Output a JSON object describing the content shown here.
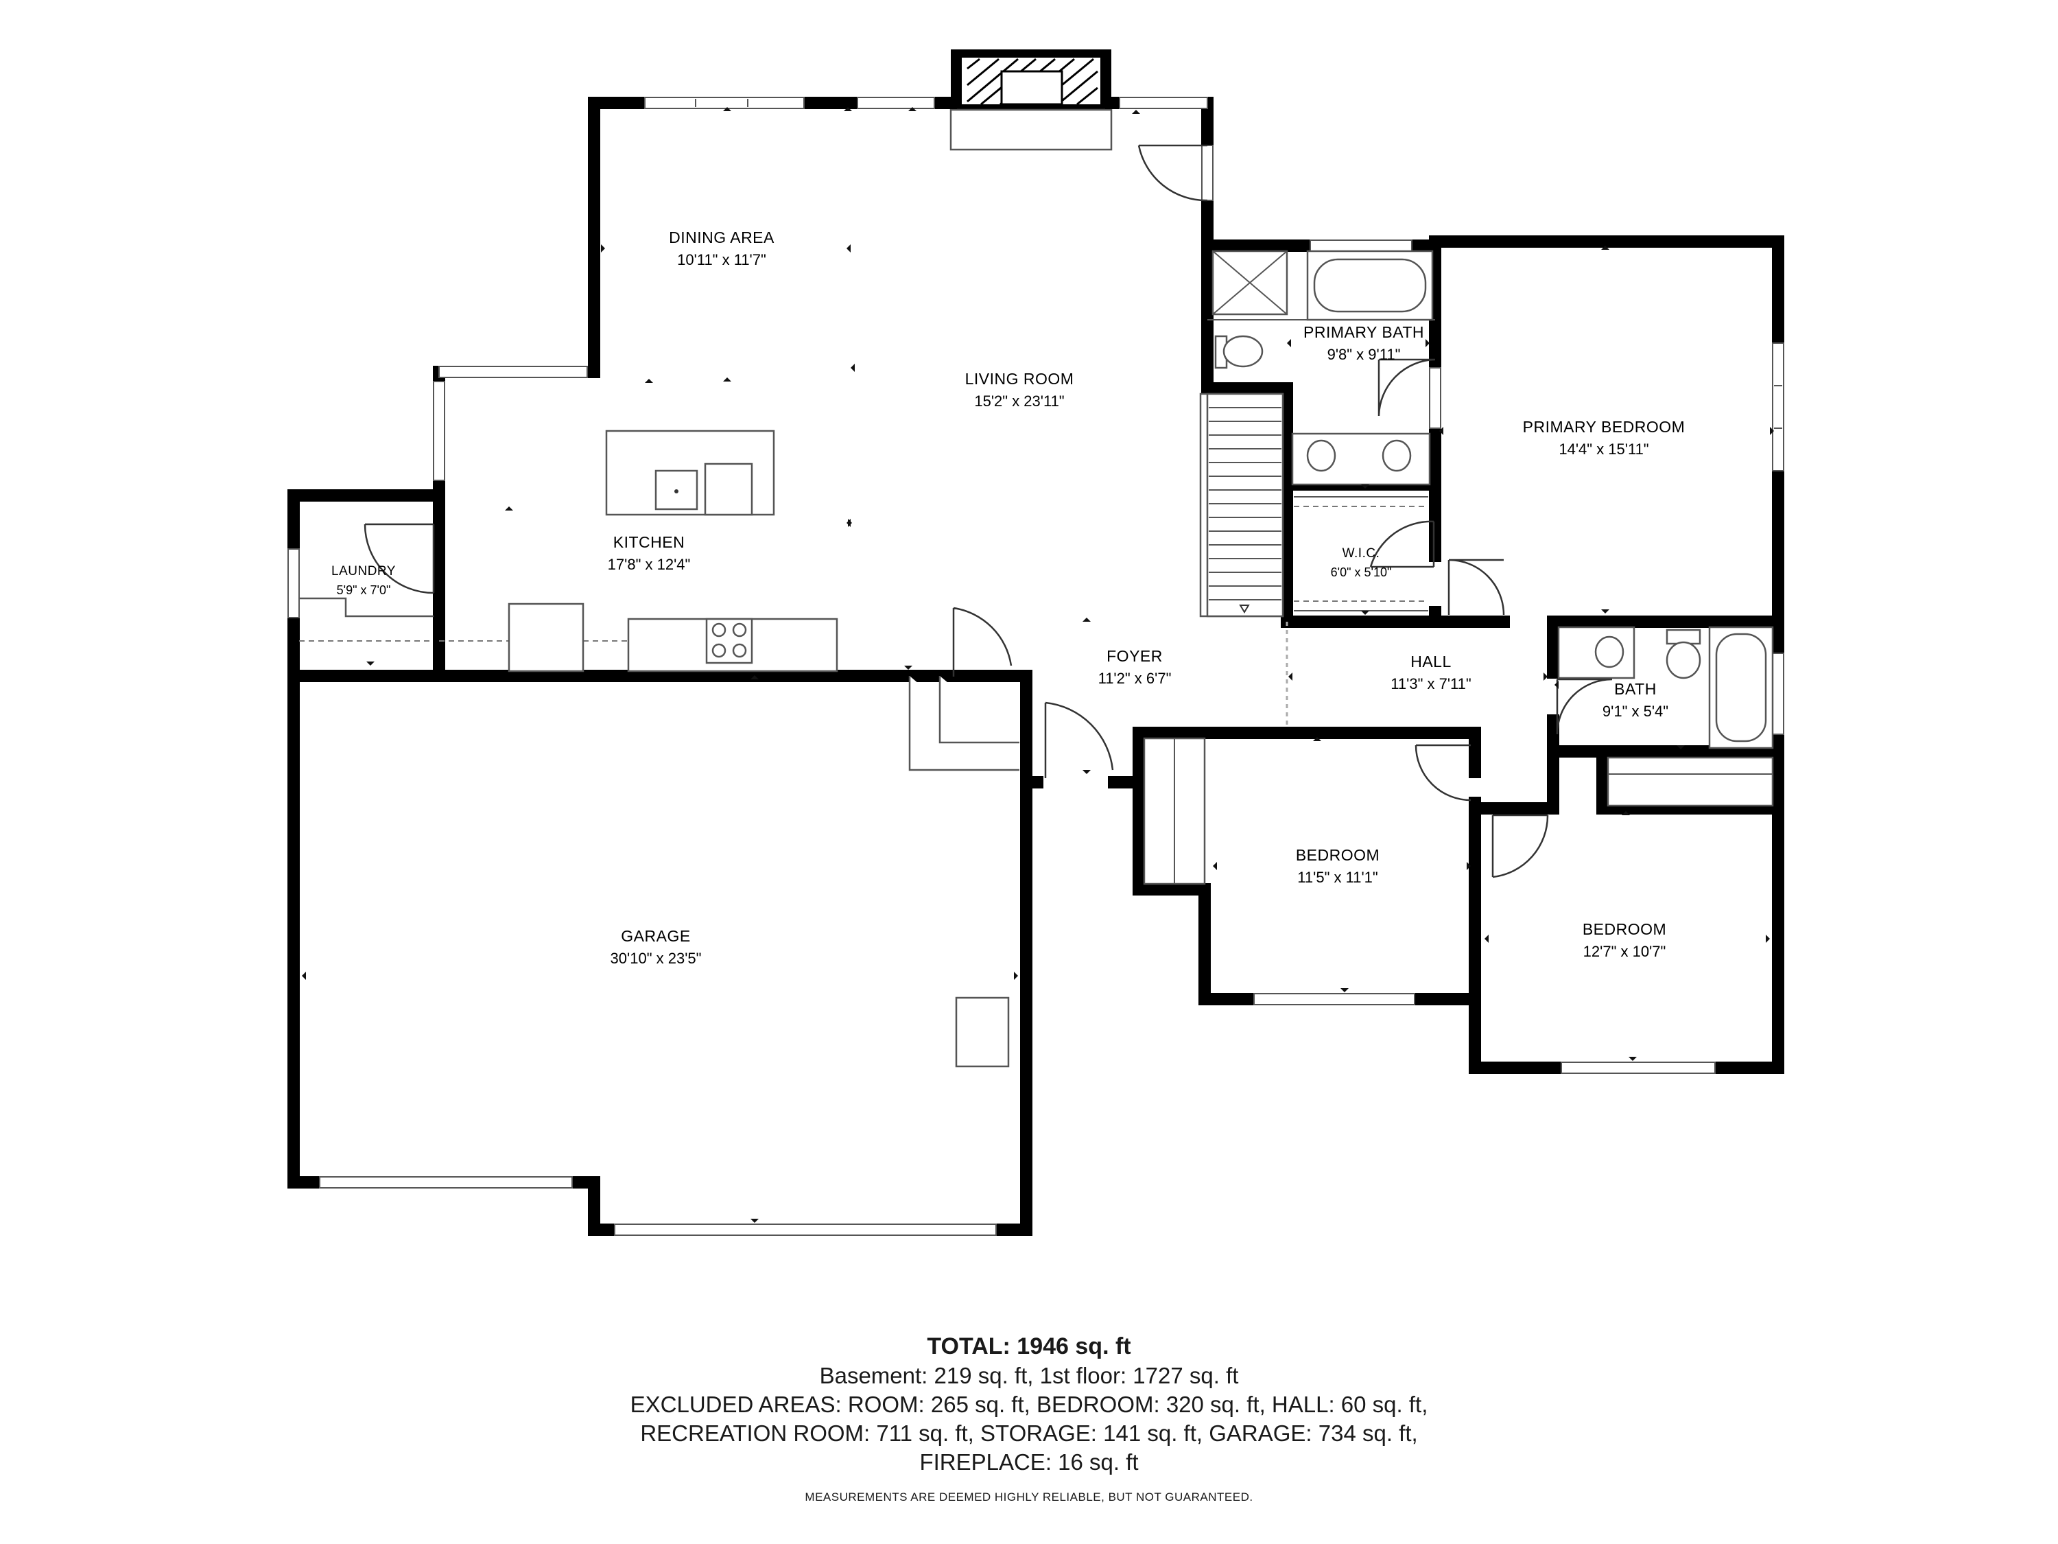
{
  "rooms": {
    "dining": {
      "name": "DINING AREA",
      "dims": "10'11\" x 11'7\""
    },
    "living": {
      "name": "LIVING ROOM",
      "dims": "15'2\" x 23'11\""
    },
    "kitchen": {
      "name": "KITCHEN",
      "dims": "17'8\" x 12'4\""
    },
    "laundry": {
      "name": "LAUNDRY",
      "dims": "5'9\" x 7'0\""
    },
    "primary_bath": {
      "name": "PRIMARY BATH",
      "dims": "9'8\" x 9'11\""
    },
    "primary_bedroom": {
      "name": "PRIMARY BEDROOM",
      "dims": "14'4\" x 15'11\""
    },
    "wic": {
      "name": "W.I.C.",
      "dims": "6'0\" x 5'10\""
    },
    "foyer": {
      "name": "FOYER",
      "dims": "11'2\" x 6'7\""
    },
    "hall": {
      "name": "HALL",
      "dims": "11'3\" x 7'11\""
    },
    "bath": {
      "name": "BATH",
      "dims": "9'1\" x 5'4\""
    },
    "bedroom_1": {
      "name": "BEDROOM",
      "dims": "11'5\" x 11'1\""
    },
    "bedroom_2": {
      "name": "BEDROOM",
      "dims": "12'7\" x 10'7\""
    },
    "garage": {
      "name": "GARAGE",
      "dims": "30'10\" x 23'5\""
    }
  },
  "summary": {
    "total": "TOTAL: 1946 sq. ft",
    "lines": [
      "Basement: 219 sq. ft, 1st floor: 1727 sq. ft",
      "EXCLUDED AREAS: ROOM: 265 sq. ft, BEDROOM: 320 sq. ft, HALL: 60 sq. ft,",
      "RECREATION ROOM: 711 sq. ft, STORAGE: 141 sq. ft, GARAGE: 734 sq. ft,",
      "FIREPLACE: 16 sq. ft"
    ],
    "disclaimer": "MEASUREMENTS ARE DEEMED HIGHLY RELIABLE, BUT NOT GUARANTEED."
  }
}
